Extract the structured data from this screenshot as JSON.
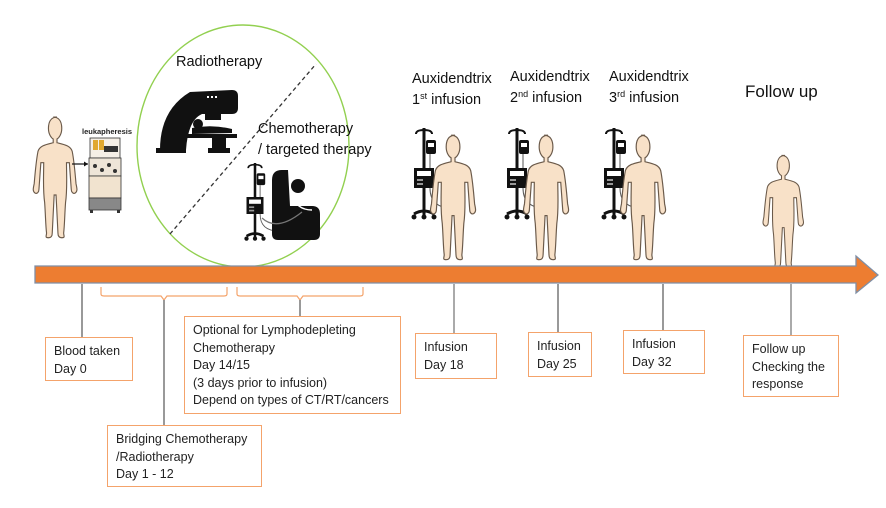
{
  "diagram": {
    "stages": [
      {
        "id": "leukapheresis",
        "icon_label": "leukapheresis"
      },
      {
        "id": "bridging",
        "labels": [
          "Radiotherapy",
          "Chemotherapy",
          "/ targeted therapy"
        ]
      },
      {
        "id": "infusion-1",
        "title_line1": "Auxidendtrix",
        "ordinal_num": "1",
        "ordinal_suffix": "st",
        "title_rest": " infusion"
      },
      {
        "id": "infusion-2",
        "title_line1": "Auxidendtrix",
        "ordinal_num": "2",
        "ordinal_suffix": "nd",
        "title_rest": " infusion"
      },
      {
        "id": "infusion-3",
        "title_line1": "Auxidendtrix",
        "ordinal_num": "3",
        "ordinal_suffix": "rd",
        "title_rest": " infusion"
      },
      {
        "id": "follow-up",
        "title": "Follow up"
      }
    ],
    "timeline": {
      "arrow_color": "#ed7d31",
      "arrow_border": "#7f8fa6",
      "circle_color": "#92d050",
      "box_border": "#f4a36b"
    },
    "boxes": {
      "blood": [
        "Blood taken",
        "Day 0"
      ],
      "bridging": [
        "Bridging Chemotherapy",
        "/Radiotherapy",
        "Day 1 - 12"
      ],
      "lympho": [
        "Optional for Lymphodepleting",
        "Chemotherapy",
        "Day 14/15",
        "(3 days prior to infusion)",
        "Depend on types of CT/RT/cancers"
      ],
      "infusion1": [
        "Infusion",
        "Day 18"
      ],
      "infusion2": [
        "Infusion",
        "Day 25"
      ],
      "infusion3": [
        "Infusion",
        "Day 32"
      ],
      "followup": [
        "Follow up",
        "Checking the",
        "response"
      ]
    }
  }
}
